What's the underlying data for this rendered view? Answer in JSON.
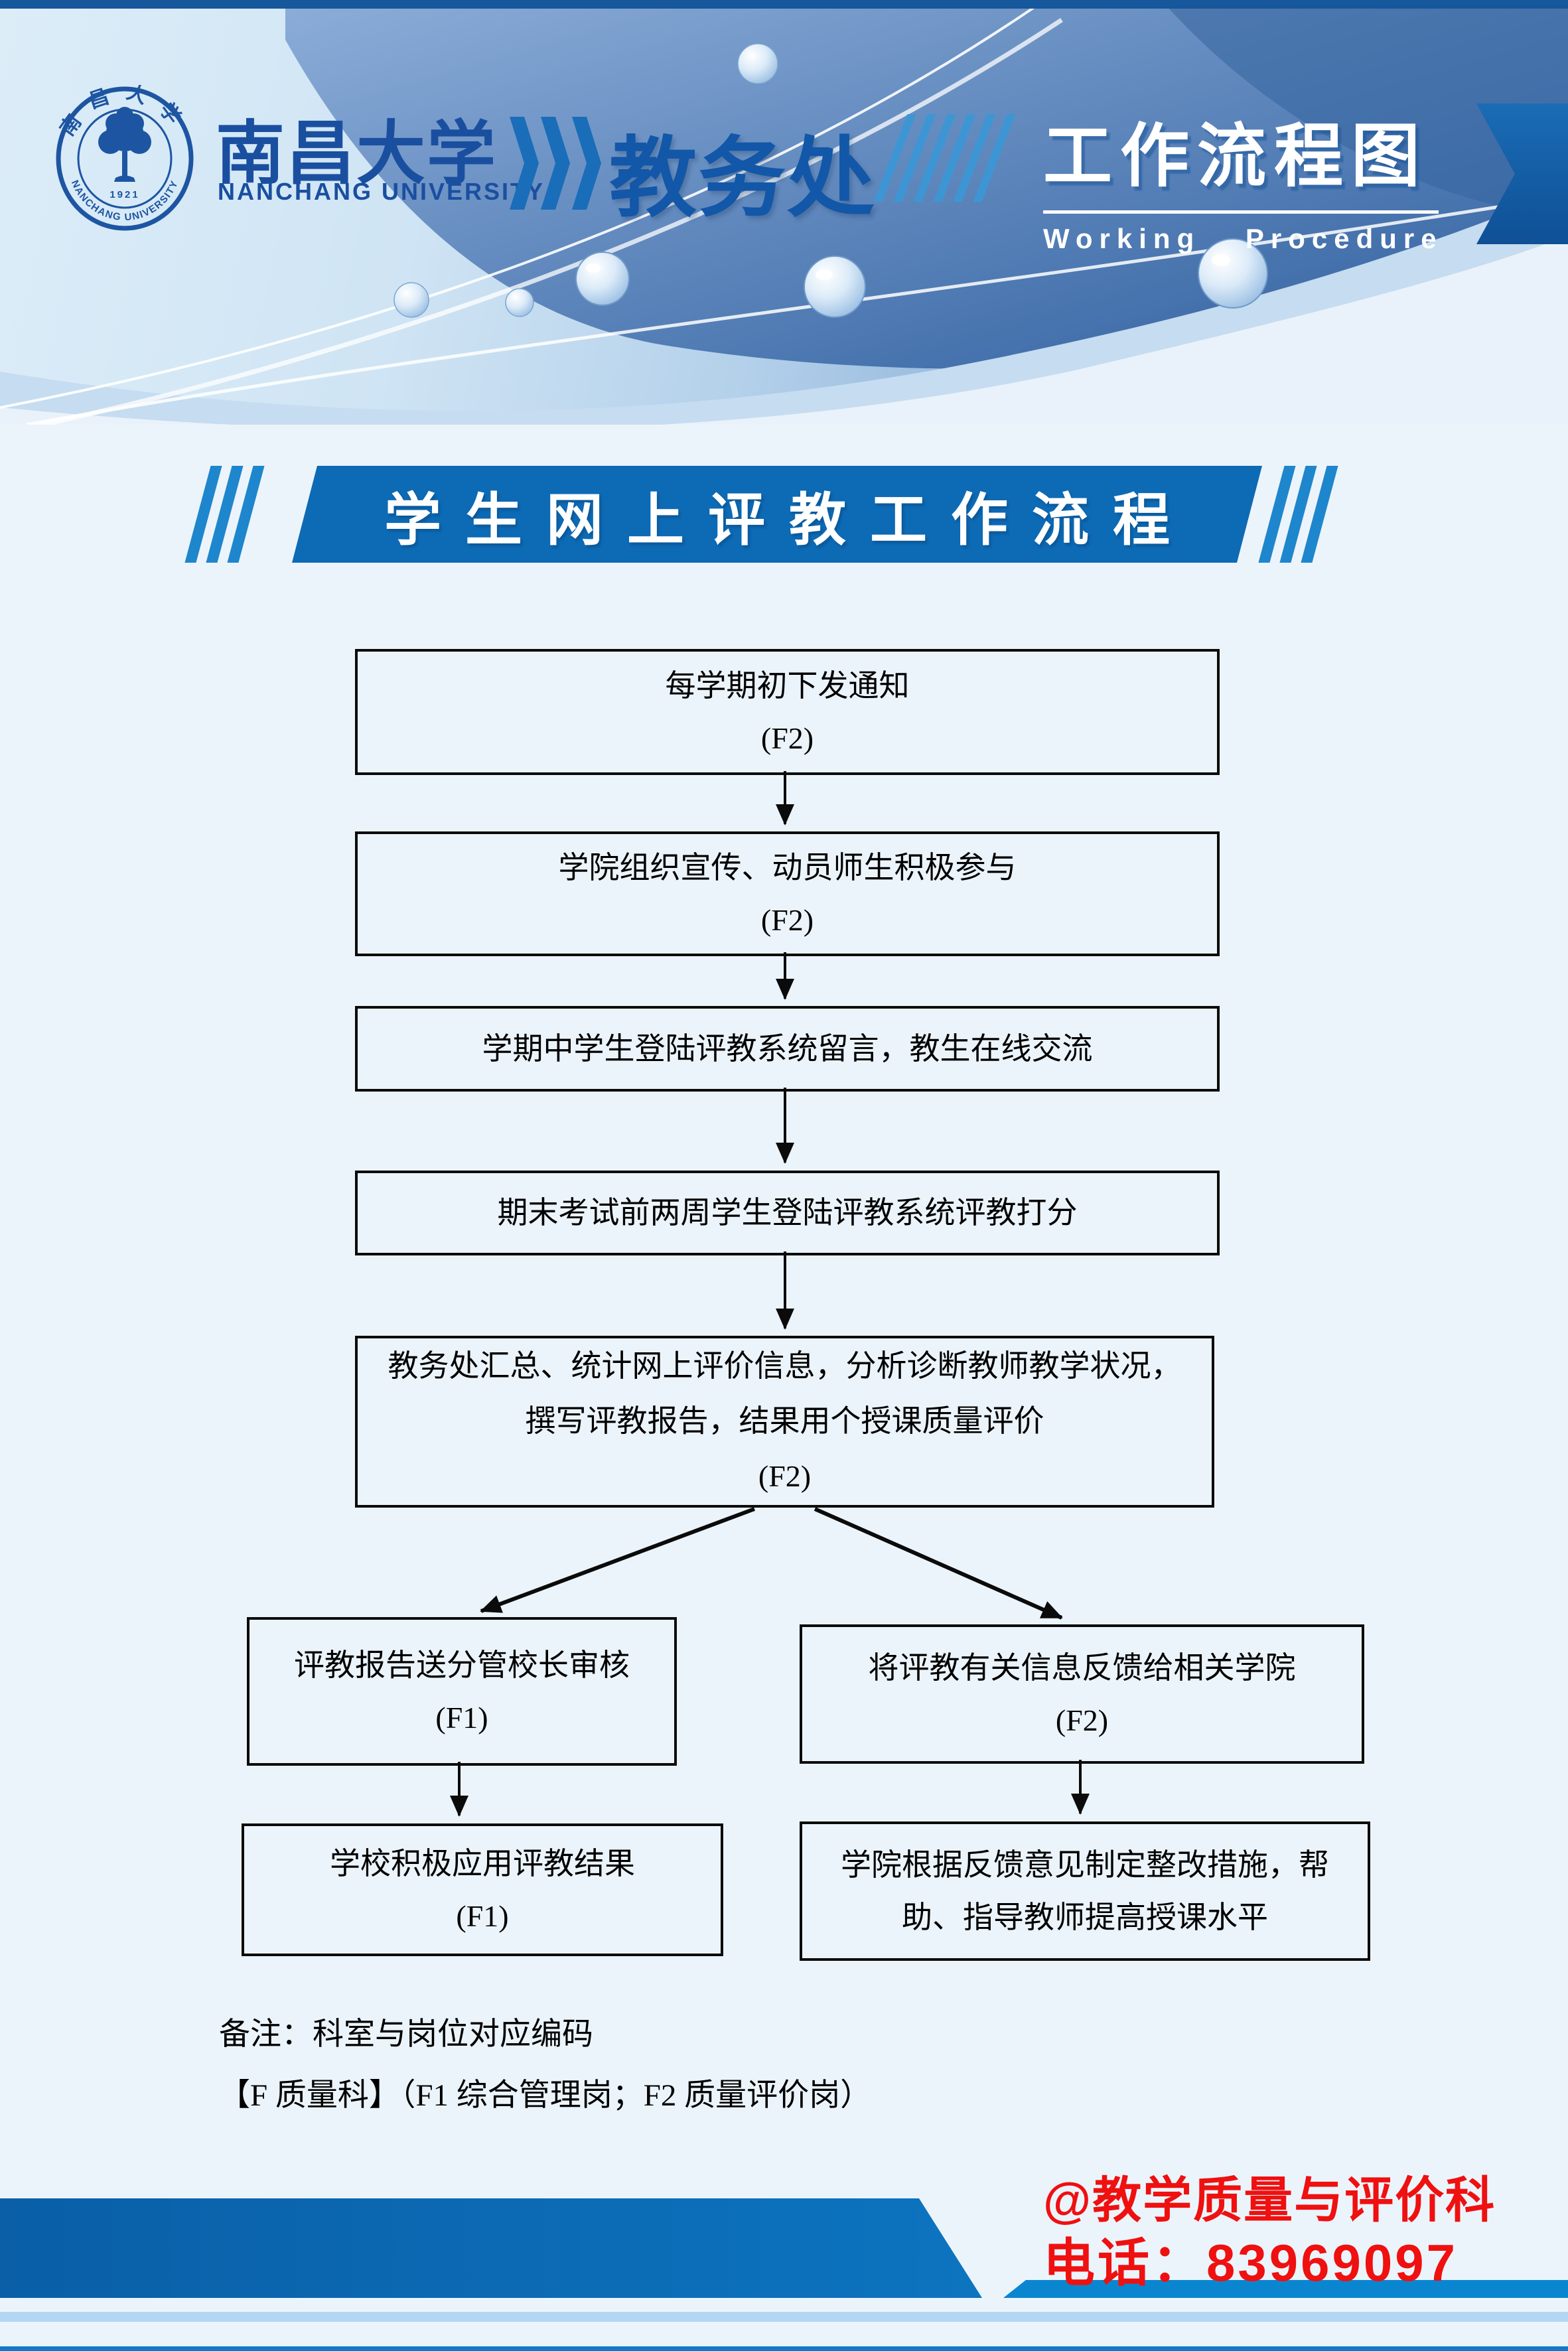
{
  "header": {
    "seal": {
      "top_text": "南昌大学",
      "ring_text": "NANCHANG UNIVERSITY",
      "year": "1921"
    },
    "university_cn": "南昌大学",
    "university_en": "NANCHANG UNIVERSITY",
    "department": "教务处",
    "title_cn": "工作流程图",
    "title_en": "Working Procedure"
  },
  "banner": {
    "title": "学生网上评教工作流程"
  },
  "flowchart": {
    "step1": {
      "text": "每学期初下发通知",
      "code": "(F2)"
    },
    "step2": {
      "text": "学院组织宣传、动员师生积极参与",
      "code": "(F2)"
    },
    "step3": {
      "text": "学期中学生登陆评教系统留言，教生在线交流"
    },
    "step4": {
      "text": "期末考试前两周学生登陆评教系统评教打分"
    },
    "step5": {
      "text": "教务处汇总、统计网上评价信息，分析诊断教师教学状况，撰写评教报告，结果用个授课质量评价",
      "code": "(F2)"
    },
    "branch_left": {
      "text": "评教报告送分管校长审核",
      "code": "(F1)"
    },
    "branch_right": {
      "text": "将评教有关信息反馈给相关学院",
      "code": "(F2)"
    },
    "result_left": {
      "text": "学校积极应用评教结果",
      "code": "(F1)"
    },
    "result_right": {
      "text": "学院根据反馈意见制定整改措施，帮助、指导教师提高授课水平"
    }
  },
  "notes": {
    "line1": "备注：科室与岗位对应编码",
    "line2": "【F 质量科】（F1 综合管理岗；F2 质量评价岗）"
  },
  "footer": {
    "account": "@教学质量与评价科",
    "phone": "电话：83969097"
  },
  "colors": {
    "banner_blue": "#0d6ab5",
    "deep_logo_blue": "#1a4fa0",
    "footer_band_blue": "#0a6db6",
    "accent_red": "#ef1010",
    "page_background": "#ecf4fb"
  }
}
